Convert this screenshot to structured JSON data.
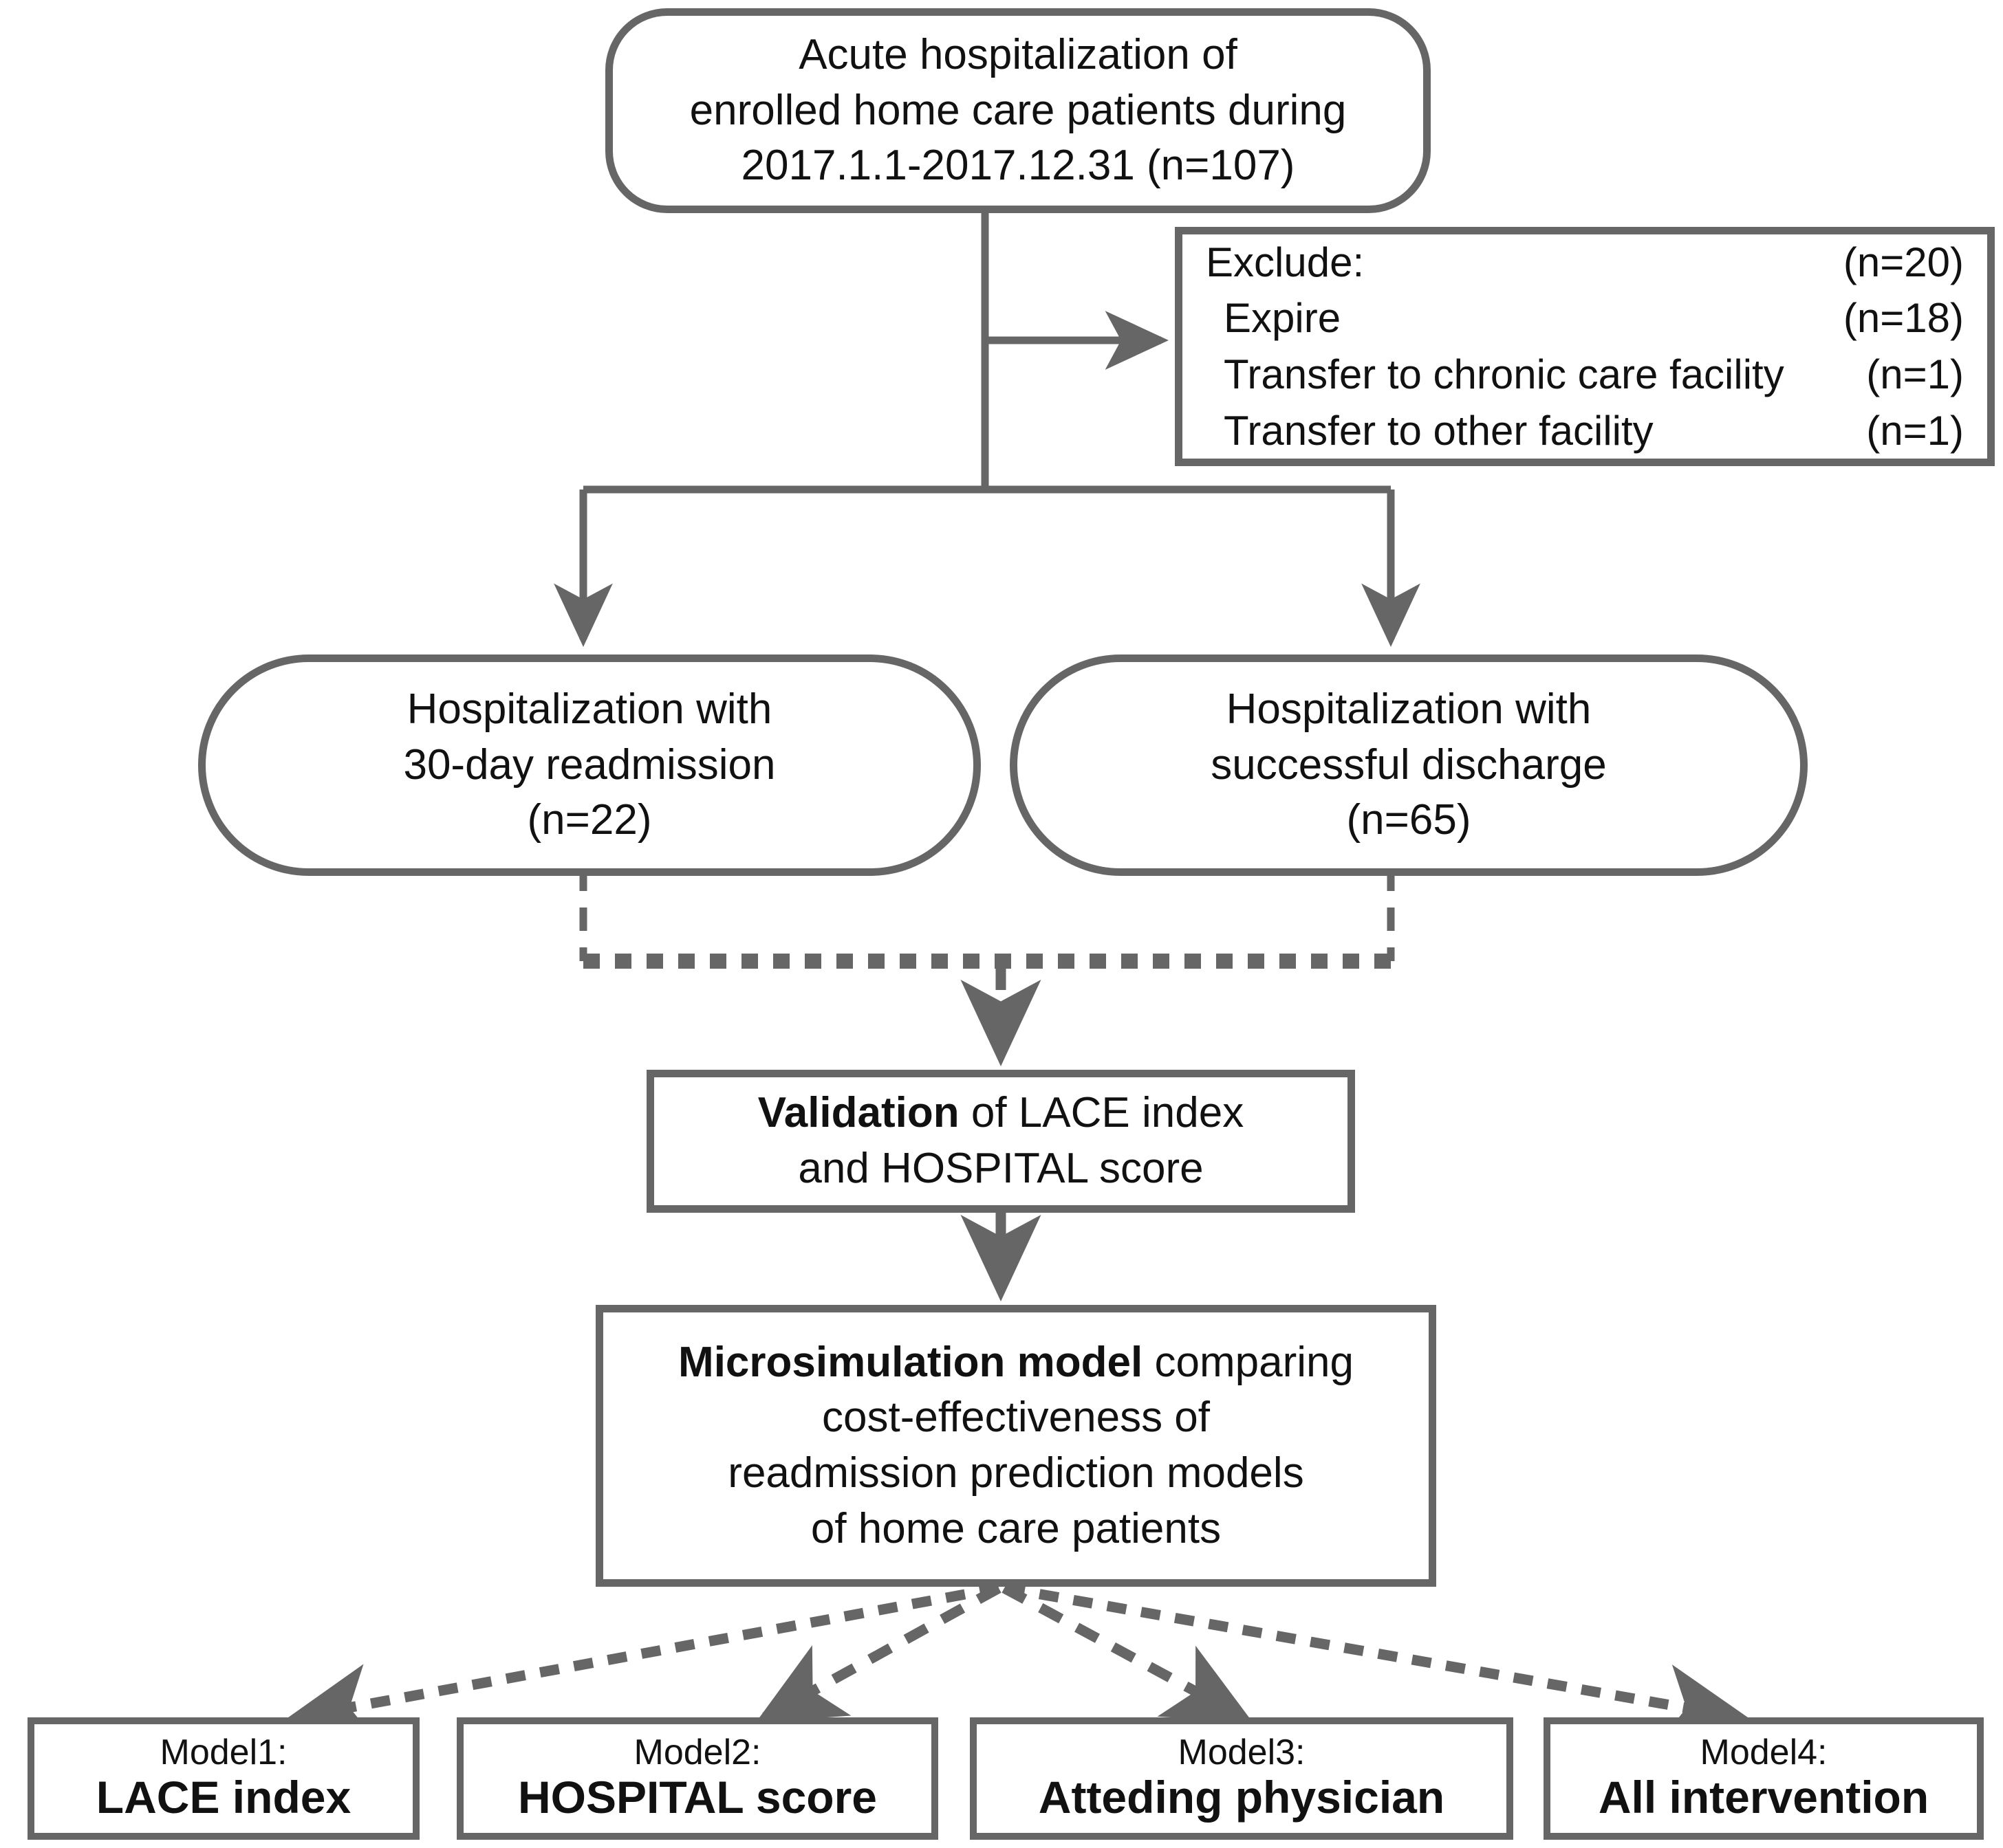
{
  "diagram": {
    "title": "Study flow diagram of home care patient readmission cost-effectiveness analysis",
    "accent_color": "#666666",
    "text_color": "#111111",
    "background": "#ffffff"
  },
  "nodes": {
    "top": {
      "shape": "rounded-rectangle",
      "lines": [
        "Acute hospitalization of",
        "enrolled home care patients during",
        "2017.1.1-2017.12.31 (n=107)"
      ]
    },
    "exclude": {
      "shape": "rectangle",
      "rows": [
        {
          "label": "Exclude:",
          "count": "(n=20)",
          "indent": false
        },
        {
          "label": "Expire",
          "count": "(n=18)",
          "indent": true
        },
        {
          "label": "Transfer to chronic care facility",
          "count": "(n=1)",
          "indent": true
        },
        {
          "label": "Transfer to other facility",
          "count": "(n=1)",
          "indent": true
        }
      ]
    },
    "readmit": {
      "shape": "rounded-rectangle",
      "lines": [
        "Hospitalization with",
        "30-day readmission",
        "(n=22)"
      ]
    },
    "discharge": {
      "shape": "rounded-rectangle",
      "lines": [
        "Hospitalization with",
        "successful discharge",
        "(n=65)"
      ]
    },
    "validation": {
      "shape": "rectangle",
      "line1_bold": "Validation",
      "line1_rest": " of LACE index",
      "line2": "and HOSPITAL score"
    },
    "microsimulation": {
      "shape": "rectangle",
      "line1_bold": "Microsimulation model",
      "line1_rest": " comparing",
      "line2": "cost-effectiveness of",
      "line3": "readmission prediction models",
      "line4": "of home care patients"
    },
    "models": [
      {
        "label": "Model1:",
        "title": "LACE index"
      },
      {
        "label": "Model2:",
        "title": "HOSPITAL score"
      },
      {
        "label": "Model3:",
        "title": "Atteding physician"
      },
      {
        "label": "Model4:",
        "title": "All intervention"
      }
    ]
  },
  "edges": [
    {
      "name": "top-to-exclude",
      "style": "solid",
      "arrow": true
    },
    {
      "name": "top-to-readmit",
      "style": "solid",
      "arrow": true
    },
    {
      "name": "top-to-discharge",
      "style": "solid",
      "arrow": true
    },
    {
      "name": "branches-to-validation",
      "style": "dashed",
      "arrow": true
    },
    {
      "name": "validation-to-microsimulation",
      "style": "dashed",
      "arrow": true
    },
    {
      "name": "microsimulation-to-model1",
      "style": "dashed",
      "arrow": true
    },
    {
      "name": "microsimulation-to-model2",
      "style": "dashed",
      "arrow": true
    },
    {
      "name": "microsimulation-to-model3",
      "style": "dashed",
      "arrow": true
    },
    {
      "name": "microsimulation-to-model4",
      "style": "dashed",
      "arrow": true
    }
  ]
}
